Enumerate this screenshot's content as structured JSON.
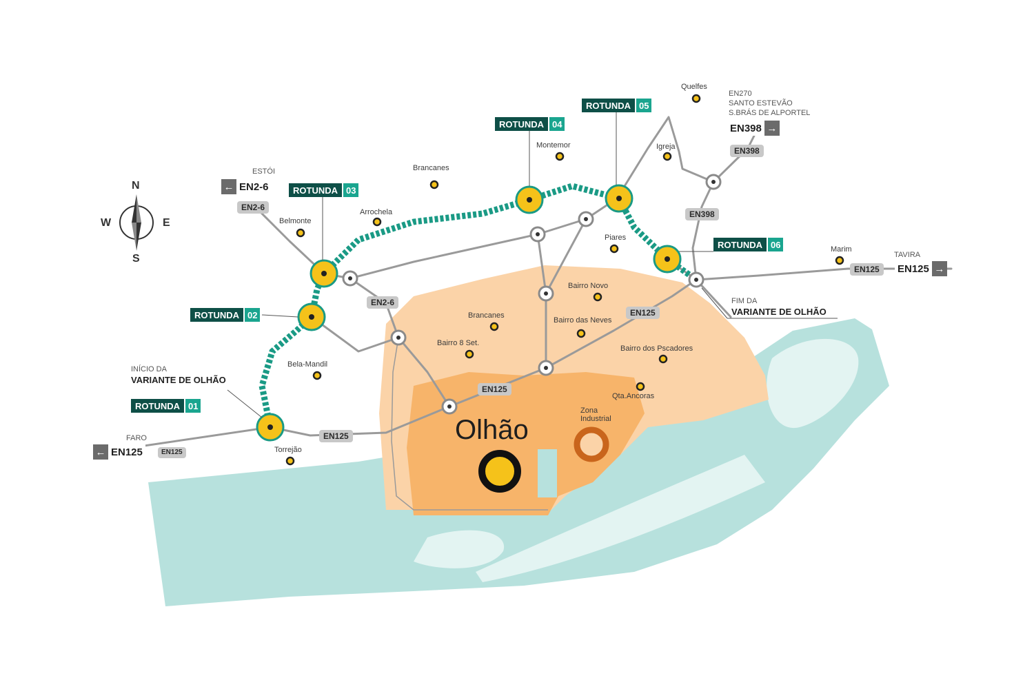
{
  "compass": {
    "n": "N",
    "s": "S",
    "e": "E",
    "w": "W"
  },
  "city": "Olhão",
  "zona_industrial": {
    "line1": "Zona",
    "line2": "Industrial"
  },
  "roundabouts": [
    {
      "label": "ROTUNDA",
      "num": "01"
    },
    {
      "label": "ROTUNDA",
      "num": "02"
    },
    {
      "label": "ROTUNDA",
      "num": "03"
    },
    {
      "label": "ROTUNDA",
      "num": "04"
    },
    {
      "label": "ROTUNDA",
      "num": "05"
    },
    {
      "label": "ROTUNDA",
      "num": "06"
    }
  ],
  "start": {
    "small": "INÍCIO DA",
    "big": "VARIANTE DE OLHÃO"
  },
  "end": {
    "small": "FIM DA",
    "big": "VARIANTE DE OLHÃO"
  },
  "exits": {
    "faro": {
      "place": "FARO",
      "code": "EN125",
      "arrow": "←"
    },
    "estoi": {
      "place": "ESTÓI",
      "code": "EN2-6",
      "arrow": "←"
    },
    "tavira": {
      "place": "TAVIRA",
      "code": "EN125",
      "arrow": "→"
    },
    "en398": {
      "line1": "EN270",
      "line2": "SANTO ESTEVÃO",
      "line3": "S.BRÁS DE ALPORTEL",
      "code": "EN398",
      "arrow": "→"
    }
  },
  "road_tags": {
    "en26_top": "EN2-6",
    "en26_mid": "EN2-6",
    "en125_faro": "EN125",
    "en125_a": "EN125",
    "en125_b": "EN125",
    "en125_c": "EN125",
    "en125_tavira": "EN125",
    "en398_a": "EN398",
    "en398_b": "EN398"
  },
  "places": {
    "belmonte": "Belmonte",
    "arrochela": "Arrochela",
    "brancanes_n": "Brancanes",
    "montemor": "Montemor",
    "igreja": "Igreja",
    "quelfes": "Quelfes",
    "piares": "Piares",
    "marim": "Marim",
    "bairro_novo": "Bairro Novo",
    "brancanes_s": "Brancanes",
    "bairro_neves": "Bairro das Neves",
    "bairro_8set": "Bairro 8 Set.",
    "bairro_pescadores": "Bairro dos Pscadores",
    "bela_mandil": "Bela-Mandil",
    "qta_ancoras": "Qta.Ancoras",
    "torrejao": "Torrejão"
  },
  "colors": {
    "water": "#b7e1dd",
    "urban_light": "#fbd3a8",
    "urban_dark": "#f7b46a",
    "road": "#9a9a9a",
    "variante": "#1a9a85",
    "roundabout": "#f5c21a",
    "rotunda_dark": "#0e4f47",
    "rotunda_num": "#1aa58f"
  }
}
